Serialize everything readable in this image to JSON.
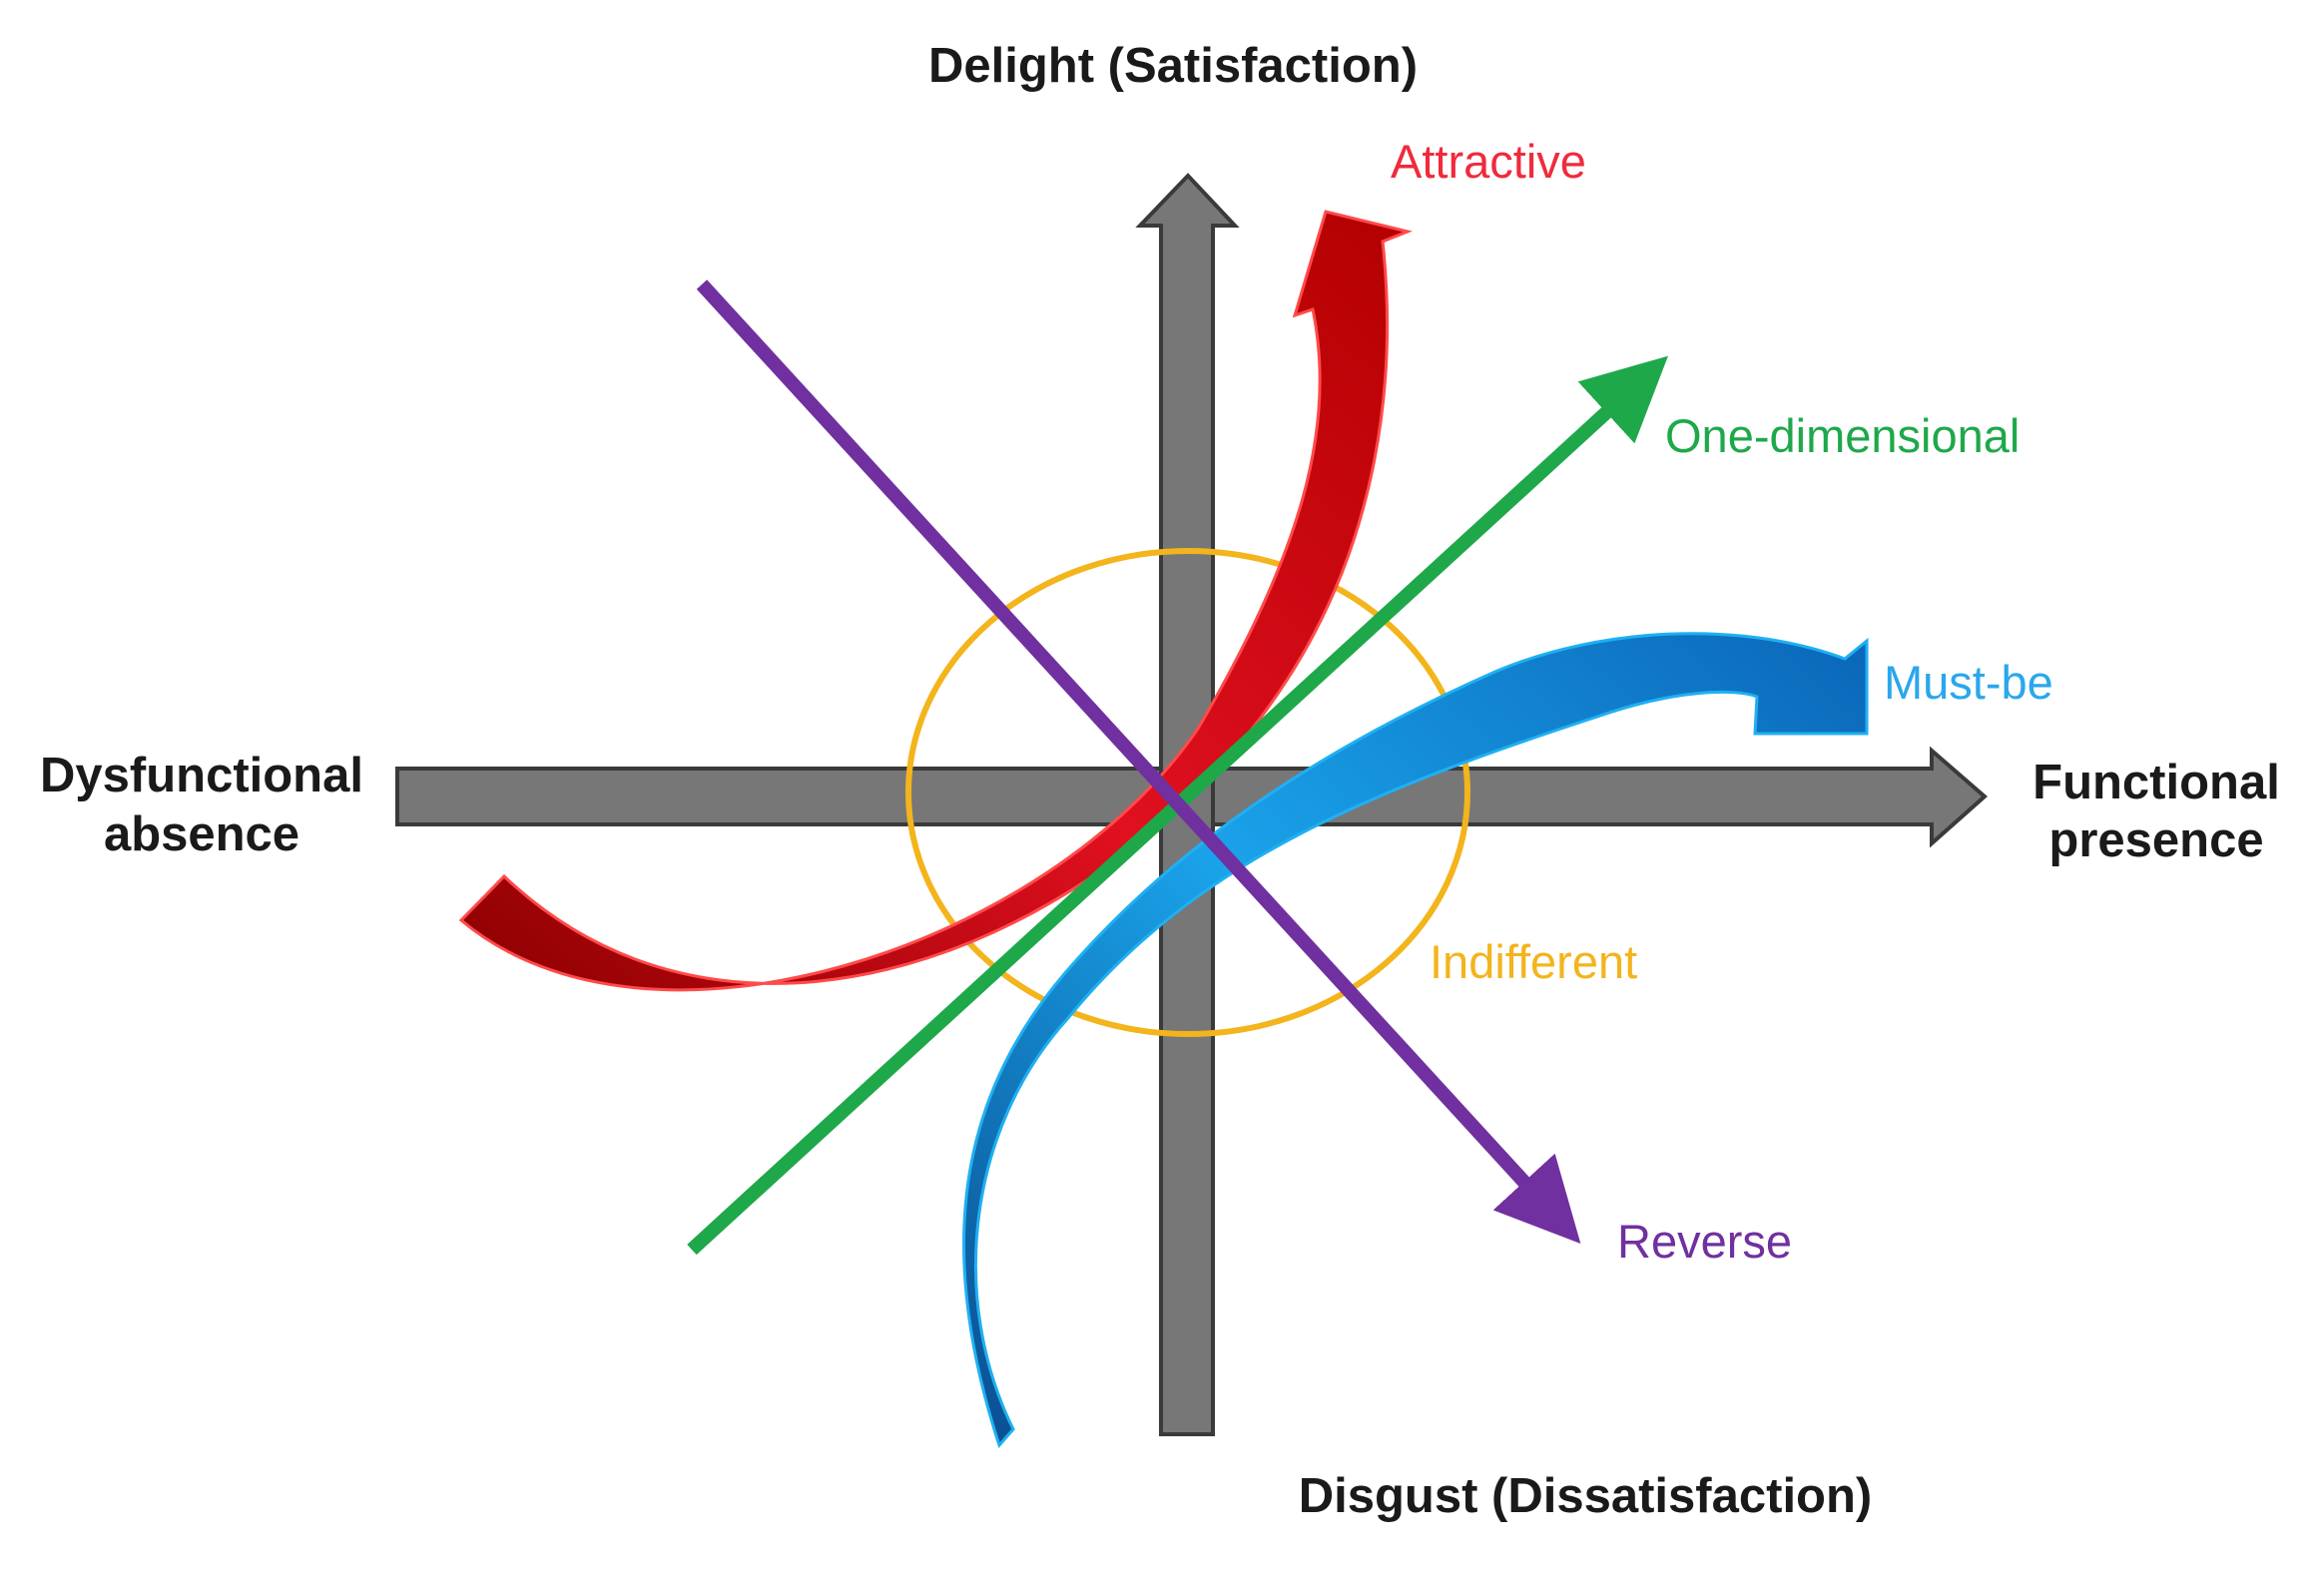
{
  "axes": {
    "top": "Delight (Satisfaction)",
    "bottom": "Disgust (Dissatisfaction)",
    "left_line1": "Dysfunctional",
    "left_line2": "absence",
    "right_line1": "Functional",
    "right_line2": "presence"
  },
  "curves": {
    "attractive": {
      "label": "Attractive",
      "color": "#ef2b3c",
      "dark": "#9b0000"
    },
    "one_dimensional": {
      "label": "One-dimensional",
      "color": "#1ea84a"
    },
    "must_be": {
      "label": "Must-be",
      "color": "#2aa7ec",
      "dark": "#0b5fa8"
    },
    "indifferent": {
      "label": "Indifferent",
      "color": "#f3b41c"
    },
    "reverse": {
      "label": "Reverse",
      "color": "#7030a0"
    }
  },
  "axis_color": "#777777"
}
